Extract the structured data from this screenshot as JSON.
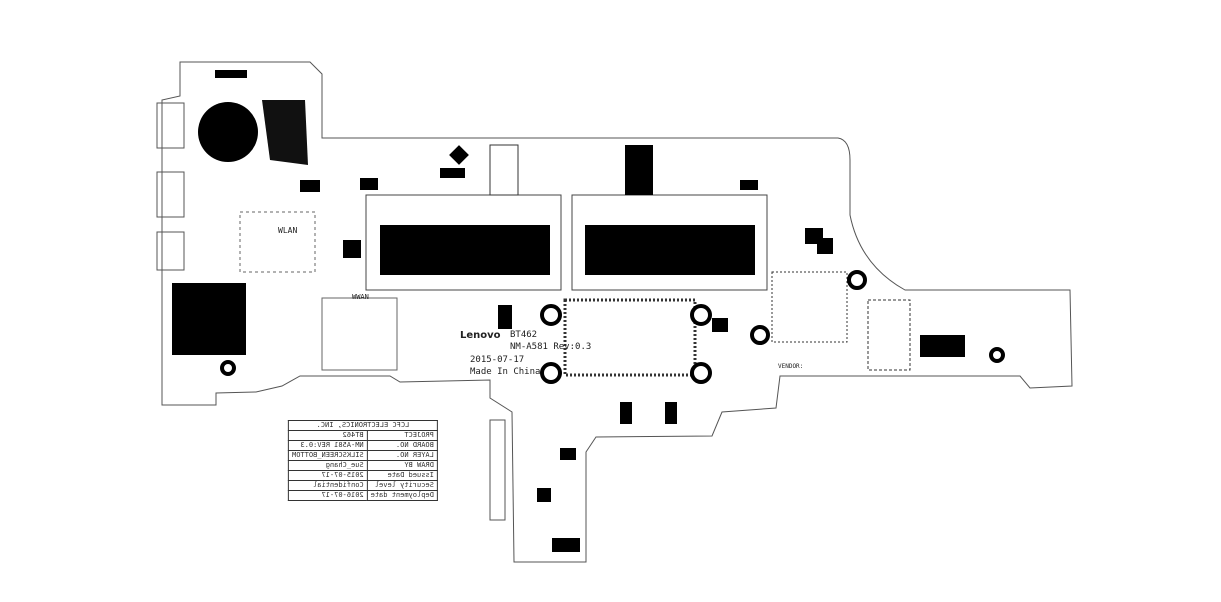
{
  "title_block": {
    "company": "LCFC ELECTRONICS, INC.",
    "rows": [
      {
        "label": "PROJECT",
        "value": "BT462"
      },
      {
        "label": "BOARD NO.",
        "value": "NM-A581 REV:0.3"
      },
      {
        "label": "LAYER NO.",
        "value": "SILKSCREEN_BOTTOM"
      },
      {
        "label": "DRAW BY",
        "value": "Sue_Chang"
      },
      {
        "label": "Issued Date",
        "value": "2015-07-17"
      },
      {
        "label": "Security level",
        "value": "Confidential"
      },
      {
        "label": "Deployment date",
        "value": "2016-07-17"
      }
    ]
  },
  "silkscreen": {
    "brand": "Lenovo",
    "project": "BT462",
    "board": "NM-A581 Rev:0.3",
    "date": "2015-07-17",
    "origin": "Made In China",
    "wlan": "WLAN",
    "wwan": "WWAN",
    "vendor": "VENDOR:"
  }
}
